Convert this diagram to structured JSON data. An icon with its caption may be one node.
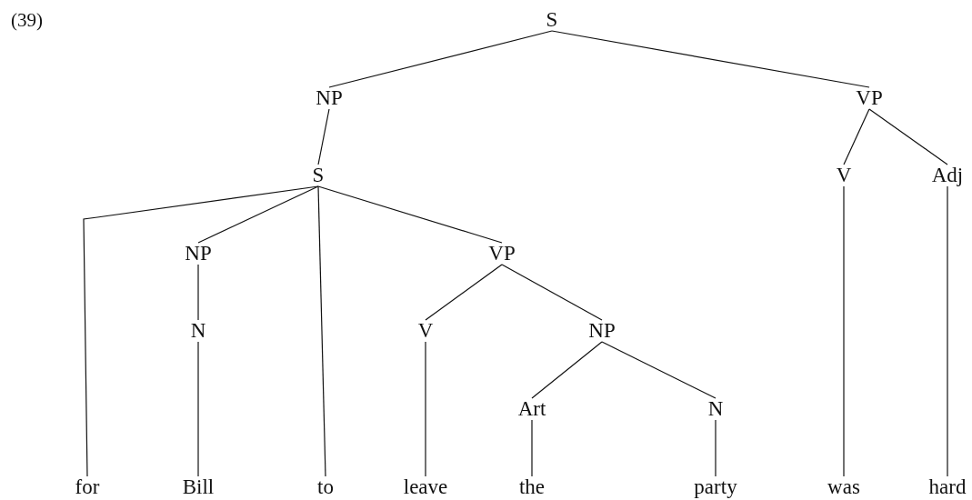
{
  "diagram": {
    "nodes": [
      {
        "text": [
          "S"
        ]
      },
      {
        "text": [
          "NP"
        ]
      },
      {
        "text": [
          "VP"
        ]
      },
      {
        "text": [
          "S"
        ]
      },
      {
        "text": [
          "V"
        ]
      },
      {
        "text": [
          "Adj"
        ]
      },
      {
        "text": [
          "NP"
        ]
      },
      {
        "text": [
          "VP"
        ]
      },
      {
        "text": [
          "N"
        ]
      },
      {
        "text": [
          "V"
        ]
      },
      {
        "text": [
          "NP"
        ]
      },
      {
        "text": [
          "Art"
        ]
      },
      {
        "text": [
          "N"
        ]
      },
      {
        "text": [
          "for"
        ]
      },
      {
        "text": [
          "Bill"
        ]
      },
      {
        "text": [
          "to"
        ]
      },
      {
        "text": [
          "leave"
        ]
      },
      {
        "text": [
          "the"
        ]
      },
      {
        "text": [
          "party"
        ]
      },
      {
        "text": [
          "was"
        ]
      },
      {
        "text": [
          "hard"
        ]
      }
    ],
    "edges": [
      {
        "from": 0,
        "to": 1,
        "arrow": "none"
      },
      {
        "from": 0,
        "to": 2,
        "arrow": "none"
      },
      {
        "from": 1,
        "to": 3,
        "arrow": "none"
      },
      {
        "from": 2,
        "to": 4,
        "arrow": "none"
      },
      {
        "from": 2,
        "to": 5,
        "arrow": "none"
      },
      {
        "from": 3,
        "to": 13,
        "arrow": "none"
      },
      {
        "from": 3,
        "to": 6,
        "arrow": "none"
      },
      {
        "from": 3,
        "to": 15,
        "arrow": "none"
      },
      {
        "from": 3,
        "to": 7,
        "arrow": "none"
      },
      {
        "from": 6,
        "to": 8,
        "arrow": "none"
      },
      {
        "from": 8,
        "to": 14,
        "arrow": "none"
      },
      {
        "from": 7,
        "to": 9,
        "arrow": "none"
      },
      {
        "from": 7,
        "to": 10,
        "arrow": "none"
      },
      {
        "from": 9,
        "to": 16,
        "arrow": "none"
      },
      {
        "from": 10,
        "to": 11,
        "arrow": "none"
      },
      {
        "from": 10,
        "to": 12,
        "arrow": "none"
      },
      {
        "from": 11,
        "to": 17,
        "arrow": "none"
      },
      {
        "from": 12,
        "to": 18,
        "arrow": "none"
      },
      {
        "from": 4,
        "to": 19,
        "arrow": "none"
      },
      {
        "from": 5,
        "to": 20,
        "arrow": "none"
      }
    ],
    "labels": [
      "(39)"
    ]
  }
}
